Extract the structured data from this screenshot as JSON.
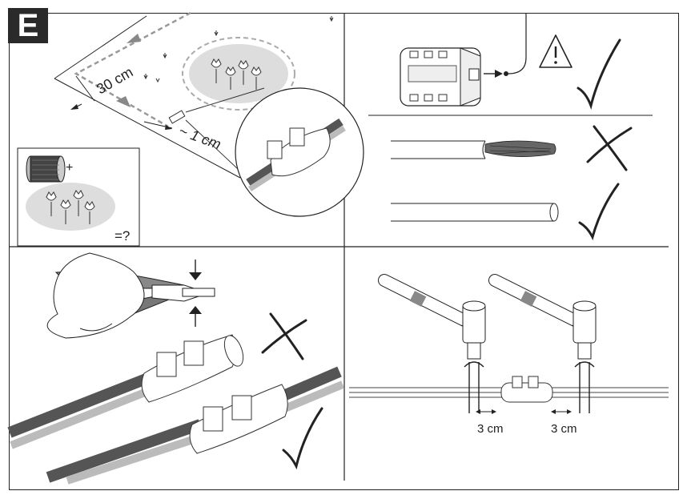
{
  "step_label": "E",
  "top_left": {
    "distance_label": "30 cm",
    "offset_label": "~ 1 cm",
    "question_label": "=?",
    "plus_label": "+"
  },
  "bottom_right": {
    "left_gap_label": "3 cm",
    "right_gap_label": "3 cm"
  }
}
